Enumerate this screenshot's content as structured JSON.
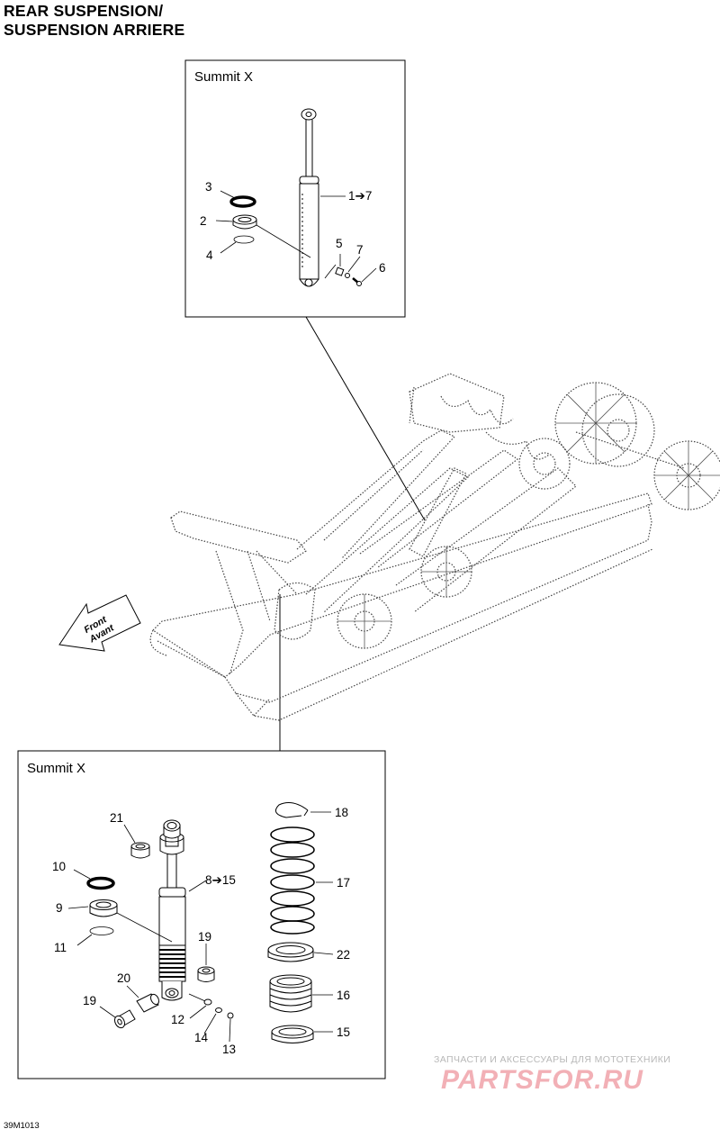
{
  "title": {
    "line1": "REAR SUSPENSION/",
    "line2": "SUSPENSION ARRIERE"
  },
  "top_box": {
    "title": "Summit X",
    "callouts": {
      "c1": "1➔7",
      "c2": "2",
      "c3": "3",
      "c4": "4",
      "c5": "5",
      "c6": "6",
      "c7": "7"
    }
  },
  "bottom_box": {
    "title": "Summit X",
    "callouts": {
      "c8": "8➔15",
      "c9": "9",
      "c10": "10",
      "c11": "11",
      "c12": "12",
      "c13": "13",
      "c14": "14",
      "c15": "15",
      "c16": "16",
      "c17": "17",
      "c18": "18",
      "c19a": "19",
      "c19b": "19",
      "c20": "20",
      "c21": "21",
      "c22": "22"
    }
  },
  "front_arrow": {
    "line1": "Front",
    "line2": "Avant"
  },
  "doc_id": "39M1013",
  "watermark": {
    "subtitle": "ЗАПЧАСТИ И АКСЕССУАРЫ ДЛЯ МОТОТЕХНИКИ",
    "brand": "PARTSFOR.RU"
  }
}
